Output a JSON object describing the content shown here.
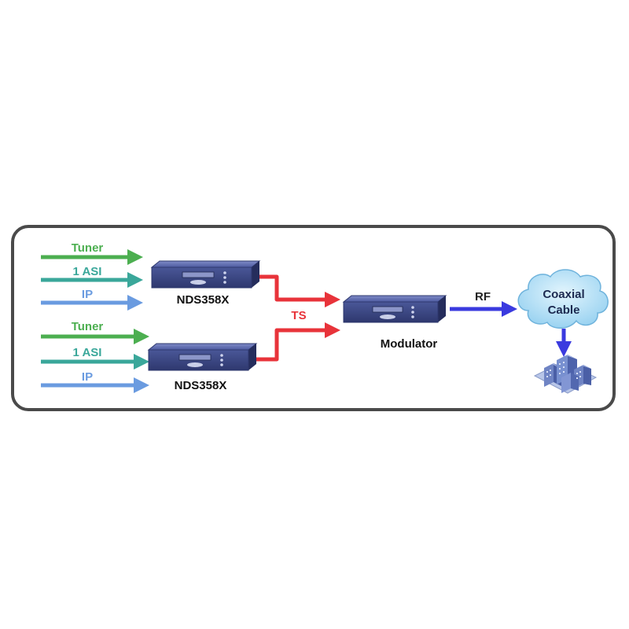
{
  "diagram": {
    "inputs_top": {
      "tuner": "Tuner",
      "asi": "1 ASI",
      "ip": "IP"
    },
    "inputs_bottom": {
      "tuner": "Tuner",
      "asi": "1 ASI",
      "ip": "IP"
    },
    "devices": {
      "encoder_top": "NDS358X",
      "encoder_bottom": "NDS358X",
      "modulator": "Modulator"
    },
    "links": {
      "ts": "TS",
      "rf": "RF"
    },
    "network": {
      "cloud_line1": "Coaxial",
      "cloud_line2": "Cable"
    },
    "colors": {
      "tuner": "#4caf50",
      "asi": "#3aa79a",
      "ip": "#6a9be0",
      "ts": "#e8333a",
      "rf": "#3a3adf",
      "device": "#3e4a8c",
      "cloud": "#9fd6f3",
      "frame": "#4a4a4a"
    }
  }
}
